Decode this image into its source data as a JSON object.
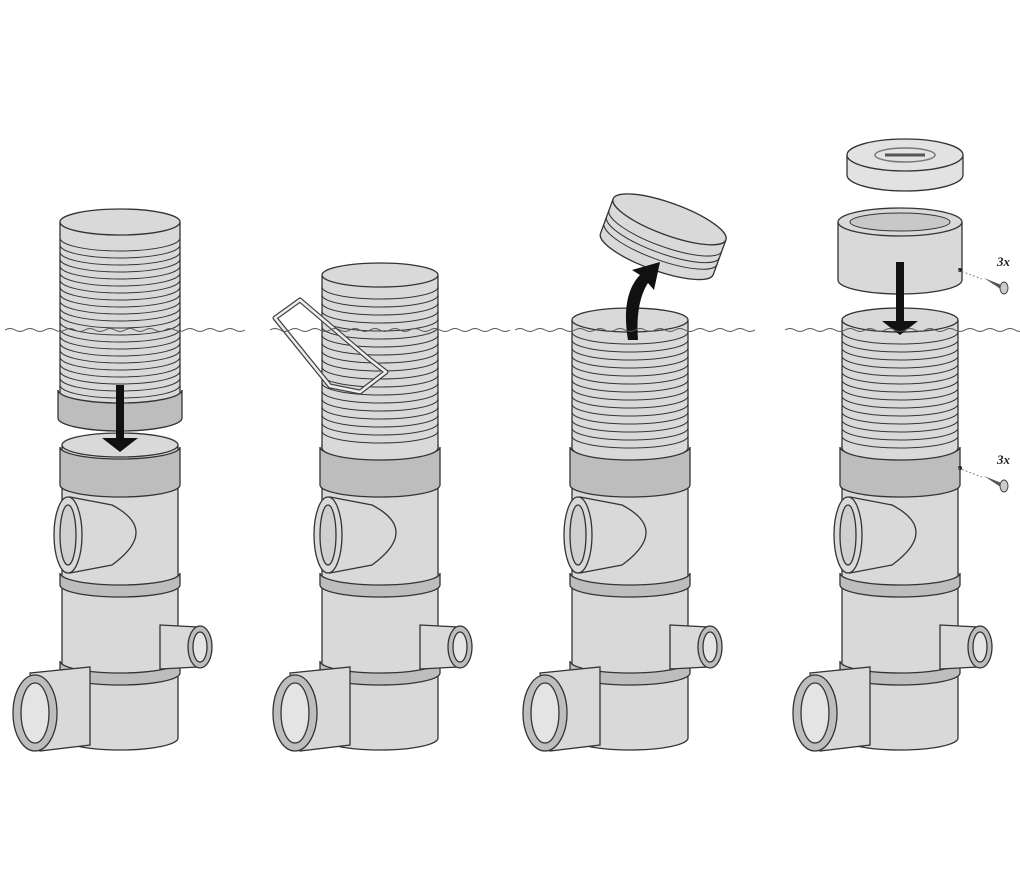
{
  "steps": [
    {
      "id": "insert-riser",
      "description_visible": false
    },
    {
      "id": "remove-filter-with-handle",
      "description_visible": false
    },
    {
      "id": "lift-lid",
      "description_visible": false
    },
    {
      "id": "mount-cover",
      "description_visible": false
    }
  ],
  "labels": {
    "screws_top": "3x",
    "screws_bottom": "3x"
  },
  "colors": {
    "body": "#d9d9d9",
    "shade": "#bdbdbd",
    "outline": "#333333",
    "arrow": "#111111"
  }
}
